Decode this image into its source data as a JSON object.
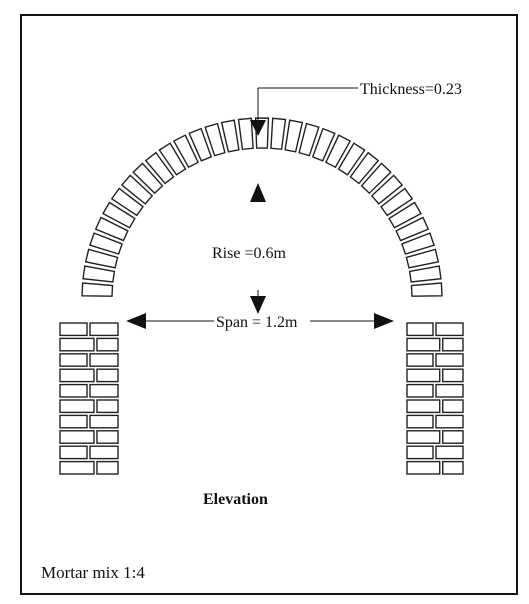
{
  "labels": {
    "thickness": "Thickness=0.23",
    "rise": "Rise =0.6m",
    "span": "Span = 1.2m",
    "elevation": "Elevation",
    "mortar": "Mortar mix 1:4"
  },
  "colors": {
    "background": "#ffffff",
    "line": "#111111"
  }
}
